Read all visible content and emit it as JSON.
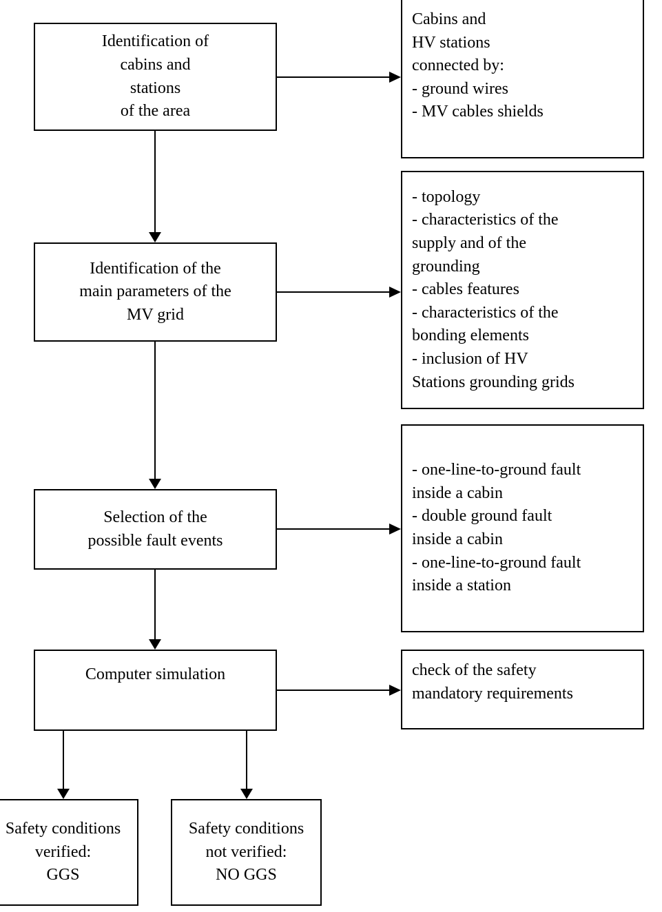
{
  "flowchart": {
    "type": "flow-diagram",
    "colors": {
      "background": "#ffffff",
      "line": "#000000",
      "text": "#000000"
    },
    "steps": [
      {
        "id": "identification-cabins",
        "label": "Identification of\ncabins and\nstations\nof the area"
      },
      {
        "id": "identification-parameters",
        "label": "Identification of the\nmain parameters of the\nMV grid"
      },
      {
        "id": "selection-faults",
        "label": "Selection of the\npossible fault events"
      },
      {
        "id": "computer-simulation",
        "label": "Computer simulation"
      }
    ],
    "notes": [
      {
        "id": "note-connections",
        "label": "Cabins and\nHV stations\nconnected by:\n- ground wires\n- MV cables shields"
      },
      {
        "id": "note-parameters",
        "label": "- topology\n- characteristics of the\nsupply and of the\ngrounding\n- cables features\n- characteristics of the\nbonding elements\n- inclusion of HV\nStations grounding grids"
      },
      {
        "id": "note-fault-events",
        "label": "- one-line-to-ground fault\ninside a cabin\n- double ground fault\ninside a cabin\n- one-line-to-ground fault\ninside a station"
      },
      {
        "id": "note-safety-check",
        "label": "check of the safety\nmandatory requirements"
      }
    ],
    "outcomes": [
      {
        "id": "outcome-verified",
        "label": "Safety conditions\nverified:\nGGS"
      },
      {
        "id": "outcome-not-verified",
        "label": "Safety conditions\nnot verified:\nNO GGS"
      }
    ]
  }
}
